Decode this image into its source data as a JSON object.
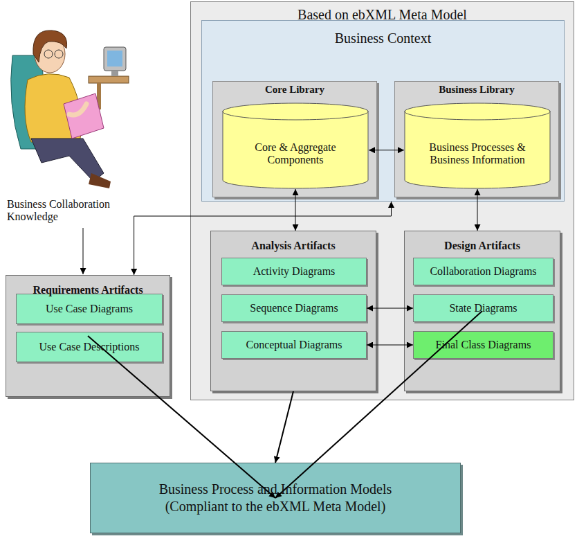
{
  "diagram": {
    "nodes": [
      {
        "text": [
          "Based on ebXML Meta Model"
        ]
      },
      {
        "text": [
          "Business Context"
        ],
        "in": 0
      },
      {
        "text": [
          "Core Library"
        ],
        "in": 1
      },
      {
        "text": [
          "Core & Aggregate Components"
        ],
        "in": 2
      },
      {
        "text": [
          "Business Library"
        ],
        "in": 1
      },
      {
        "text": [
          "Business Processes & Business Information"
        ],
        "in": 4
      },
      {
        "text": [
          "Analysis Artifacts"
        ],
        "in": 0
      },
      {
        "text": [
          "Activity Diagrams"
        ],
        "in": 6
      },
      {
        "text": [
          "Sequence Diagrams"
        ],
        "in": 6
      },
      {
        "text": [
          "Conceptual Diagrams"
        ],
        "in": 6
      },
      {
        "text": [
          "Design Artifacts"
        ],
        "in": 0
      },
      {
        "text": [
          "Collaboration Diagrams"
        ],
        "in": 10
      },
      {
        "text": [
          "State Diagrams"
        ],
        "in": 10
      },
      {
        "text": [
          "Final Class Diagrams"
        ],
        "in": 10
      },
      {
        "text": [
          "Requirements Artifacts"
        ]
      },
      {
        "text": [
          "Use Case Diagrams"
        ],
        "in": 14
      },
      {
        "text": [
          "Use Case Descriptions"
        ],
        "in": 14
      },
      {
        "text": [
          "Business Process and Information Models (Compliant to the ebXML Meta Model)"
        ]
      }
    ],
    "edges": [
      {
        "from": 3,
        "to": 5,
        "arrow": "both"
      },
      {
        "from": 3,
        "to": 6,
        "arrow": "both"
      },
      {
        "from": 5,
        "to": 10,
        "arrow": "both"
      },
      {
        "from": 8,
        "to": 12,
        "arrow": "both"
      },
      {
        "from": 9,
        "to": 13,
        "arrow": "both"
      },
      {
        "from": 1,
        "to": 14,
        "arrow": "both"
      },
      {
        "from": 14,
        "to": 17,
        "arrow": "to"
      },
      {
        "from": 6,
        "to": 17,
        "arrow": "to"
      },
      {
        "from": 10,
        "to": 17,
        "arrow": "to"
      }
    ],
    "labels": [
      "Business Collaboration Knowledge"
    ]
  }
}
